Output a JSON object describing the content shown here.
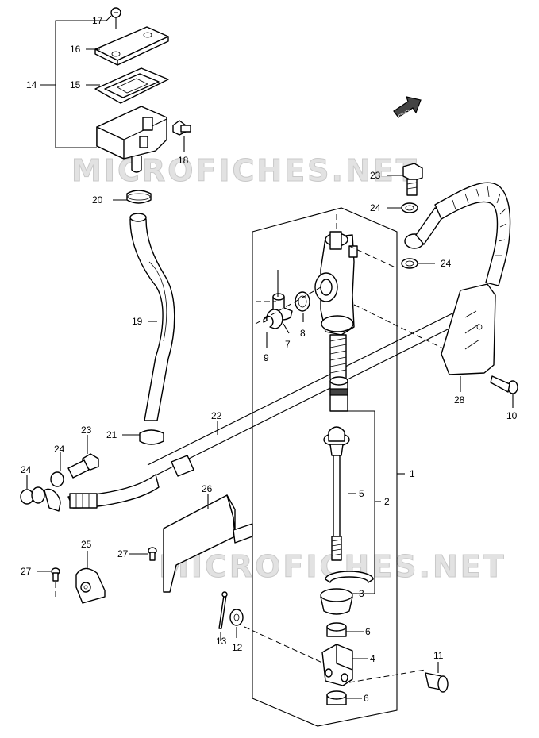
{
  "watermark": "MICROFICHES.NET",
  "direction_arrow": {
    "text": "FWD"
  },
  "callouts": [
    {
      "id": "c17",
      "number": "17"
    },
    {
      "id": "c16",
      "number": "16"
    },
    {
      "id": "c14",
      "number": "14"
    },
    {
      "id": "c15",
      "number": "15"
    },
    {
      "id": "c18",
      "number": "18"
    },
    {
      "id": "c20",
      "number": "20"
    },
    {
      "id": "c23a",
      "number": "23"
    },
    {
      "id": "c24a",
      "number": "24"
    },
    {
      "id": "c24b",
      "number": "24"
    },
    {
      "id": "c19",
      "number": "19"
    },
    {
      "id": "c7",
      "number": "7"
    },
    {
      "id": "c8",
      "number": "8"
    },
    {
      "id": "c9",
      "number": "9"
    },
    {
      "id": "c28",
      "number": "28"
    },
    {
      "id": "c10",
      "number": "10"
    },
    {
      "id": "c22",
      "number": "22"
    },
    {
      "id": "c21",
      "number": "21"
    },
    {
      "id": "c23b",
      "number": "23"
    },
    {
      "id": "c24c",
      "number": "24"
    },
    {
      "id": "c24d",
      "number": "24"
    },
    {
      "id": "c1",
      "number": "1"
    },
    {
      "id": "c5",
      "number": "5"
    },
    {
      "id": "c2",
      "number": "2"
    },
    {
      "id": "c26",
      "number": "26"
    },
    {
      "id": "c25",
      "number": "25"
    },
    {
      "id": "c27a",
      "number": "27"
    },
    {
      "id": "c27b",
      "number": "27"
    },
    {
      "id": "c3",
      "number": "3"
    },
    {
      "id": "c6a",
      "number": "6"
    },
    {
      "id": "c13",
      "number": "13"
    },
    {
      "id": "c12",
      "number": "12"
    },
    {
      "id": "c4",
      "number": "4"
    },
    {
      "id": "c11",
      "number": "11"
    },
    {
      "id": "c6b",
      "number": "6"
    }
  ]
}
